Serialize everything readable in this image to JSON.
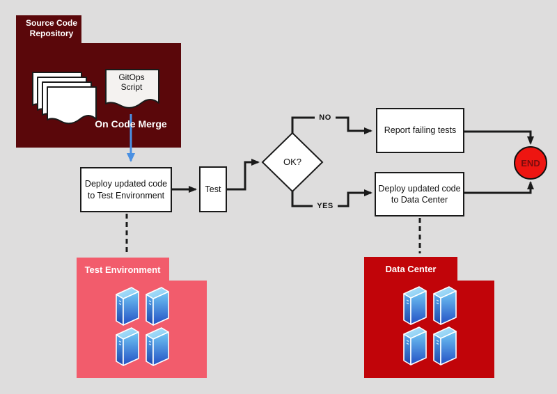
{
  "colors": {
    "background": "#dedddd",
    "connector": "#1a1a1a",
    "trigger_arrow_blue": "#4a90e2",
    "source_repo_maroon": "#5a070a",
    "test_env_pink": "#f25c6c",
    "data_center_red": "#c10409",
    "end_fill": "#ee1511",
    "end_text": "#7a0d0d",
    "box_fill": "#ffffff",
    "server_blue": "#2e6fd8"
  },
  "source_repo": {
    "title": "Source Code Repository",
    "gitops_doc_label": "GitOps Script",
    "trigger_label": "On Code Merge"
  },
  "flow": {
    "deploy_test": "Deploy updated code to Test Environment",
    "test": "Test",
    "decision": "OK?",
    "branch_no": "NO",
    "branch_yes": "YES",
    "report": "Report failing tests",
    "deploy_dc": "Deploy updated code to Data Center",
    "end": "END"
  },
  "environments": {
    "test_env": {
      "label": "Test Environment",
      "server_count": 4
    },
    "data_center": {
      "label": "Data Center",
      "server_count": 4
    }
  }
}
